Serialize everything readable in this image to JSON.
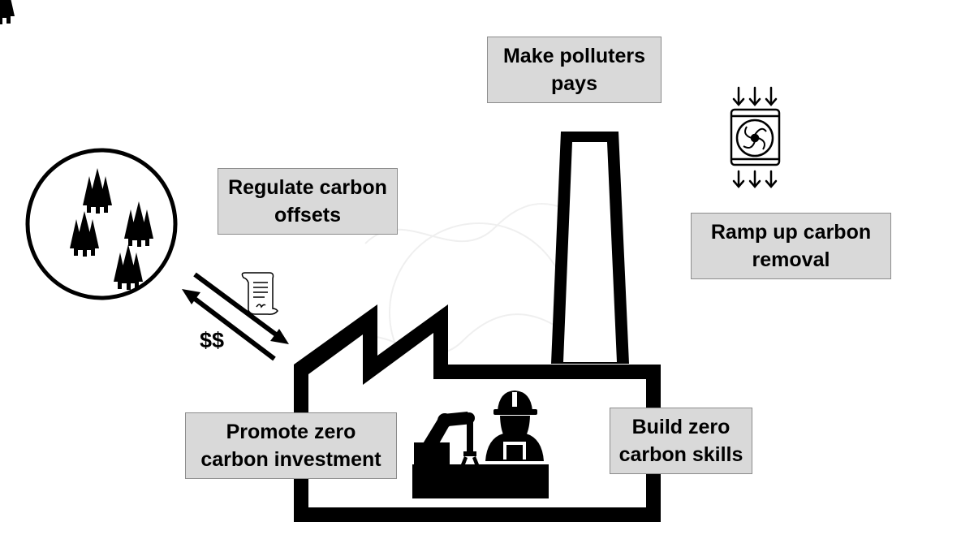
{
  "labels": {
    "make_polluters_pay": [
      "Make polluters",
      "pays"
    ],
    "regulate_offsets": [
      "Regulate carbon",
      "offsets"
    ],
    "ramp_up_removal": [
      "Ramp up carbon",
      "removal"
    ],
    "promote_investment": [
      "Promote zero",
      "carbon investment"
    ],
    "build_skills": [
      "Build zero",
      "carbon skills"
    ],
    "money_symbol": "$$"
  },
  "icons": [
    "forest-icon",
    "certificate-icon",
    "exchange-arrows-icon",
    "factory-icon",
    "chimney-icon",
    "carbon-capture-fan-icon",
    "worker-icon",
    "robotic-arm-icon"
  ],
  "colors": {
    "box_fill": "#d9d9d9",
    "box_border": "#8c8c8c",
    "ink": "#000000"
  }
}
